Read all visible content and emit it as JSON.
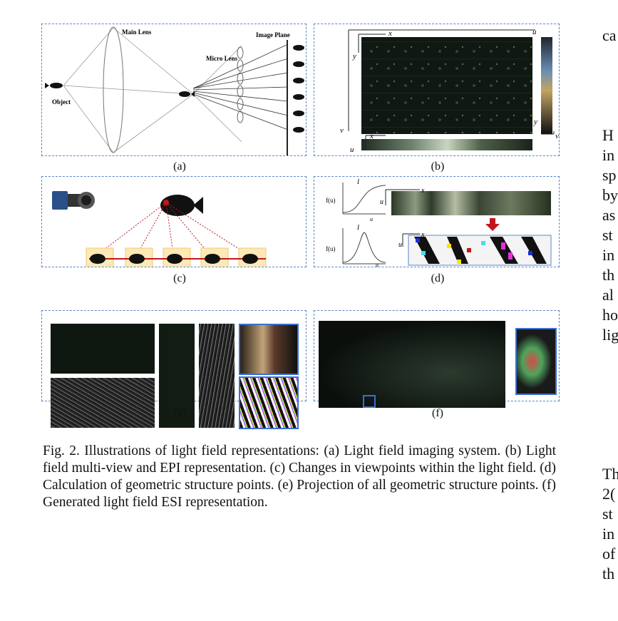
{
  "panels": {
    "a": {
      "label": "(a)",
      "main_lens": "Main Lens",
      "micro_lens": "Micro Lens",
      "image_plane": "Image Plane",
      "object": "Object"
    },
    "b": {
      "label": "(b)",
      "x": "x",
      "u": "u",
      "y": "y",
      "v": "v",
      "y2": "y",
      "v2": "v",
      "u2": "u",
      "x2": "x"
    },
    "c": {
      "label": "(c)"
    },
    "d": {
      "label": "(d)",
      "I1": "I",
      "f1": "f(u)",
      "u1": "u",
      "I2": "I",
      "f2": "f(u)",
      "u2": "u",
      "ux1": "u",
      "xx1": "x",
      "ux2": "u",
      "xx2": "x"
    },
    "e": {
      "label": "(e)"
    },
    "f": {
      "label": "(f)"
    }
  },
  "caption": "Fig. 2.  Illustrations of light field representations: (a) Light field imaging system. (b) Light field multi-view and EPI representation. (c) Changes in viewpoints within the light field. (d) Calculation of geometric structure points. (e) Projection of all geometric structure points. (f) Generated light field ESI representation.",
  "right_column": [
    "ca",
    "H",
    "in",
    "sp",
    "by",
    "as",
    "st",
    "in",
    "th",
    "al",
    "ho",
    "lig",
    "Th",
    "2(",
    "st",
    "in",
    "of",
    "th"
  ],
  "colors": {
    "frame": "#5a86c8",
    "red": "#c0171d",
    "highlight": "#fde9b6"
  }
}
